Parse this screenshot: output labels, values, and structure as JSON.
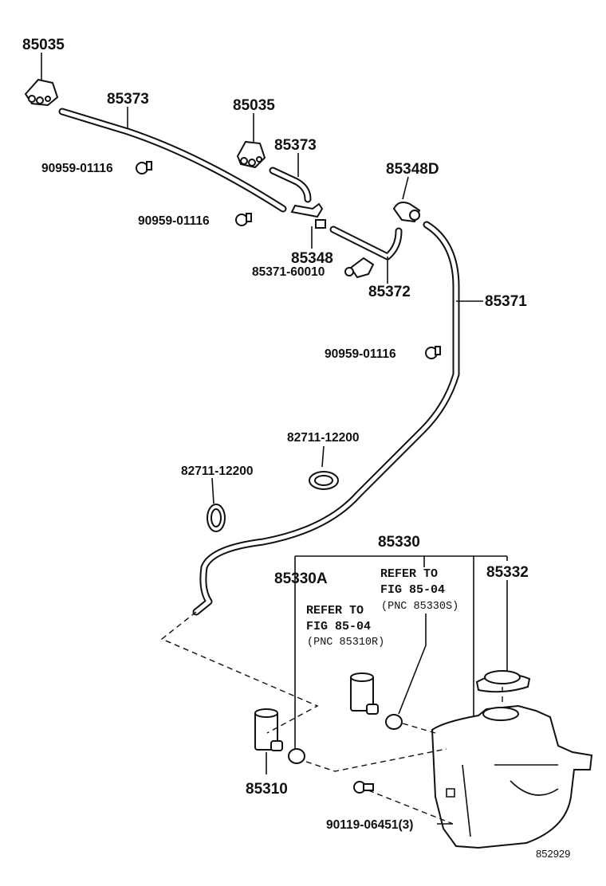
{
  "labels": {
    "nozzle_left": "85035",
    "nozzle_right": "85035",
    "hose_long": "85373",
    "hose_short": "85373",
    "clip_1": "90959-01116",
    "clip_2": "90959-01116",
    "clip_3": "90959-01116",
    "check_valve": "85348D",
    "tee_joint": "85348",
    "bracket": "85371-60010",
    "hose_mid": "85372",
    "hose_main": "85371",
    "clamp_1": "82711-12200",
    "clamp_2": "82711-12200",
    "tank_assy": "85330",
    "grommet": "85330A",
    "cap": "85332",
    "motor": "85310",
    "bolt": "90119-06451(3)"
  },
  "notes": {
    "refer_a_1": "REFER TO",
    "refer_a_2": "FIG 85-04",
    "refer_a_3": "(PNC 85330S)",
    "refer_b_1": "REFER TO",
    "refer_b_2": "FIG 85-04",
    "refer_b_3": "(PNC 85310R)"
  },
  "figure_number": "852929"
}
